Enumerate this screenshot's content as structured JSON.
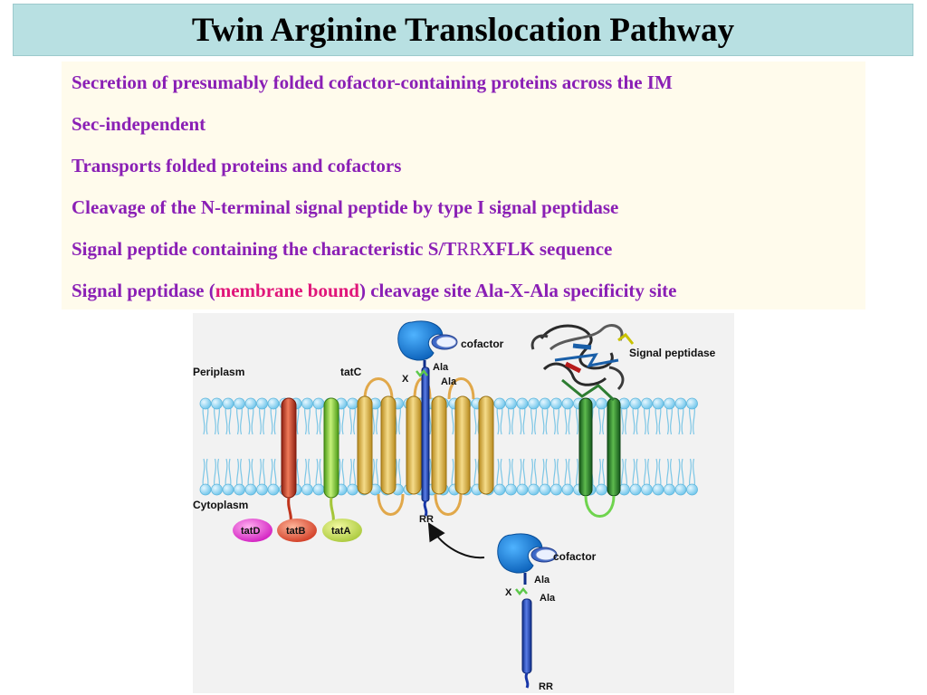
{
  "slide": {
    "title": "Twin Arginine Translocation Pathway"
  },
  "bullets": {
    "line1": "Secretion of presumably folded cofactor-containing proteins across the  IM",
    "line2": "Sec-independent",
    "line3": "Transports folded proteins and cofactors",
    "line4": "Cleavage of the N-terminal signal peptide by type I signal peptidase",
    "line5_pre": "Signal peptide containing the characteristic S/T",
    "line5_rr": "RR",
    "line5_post": "XFLK sequence",
    "line6_pre": "Signal peptidase (",
    "line6_hl": "membrane bound",
    "line6_post": ") cleavage site Ala-X-Ala specificity site"
  },
  "figure": {
    "periplasm": "Periplasm",
    "cytoplasm": "Cytoplasm",
    "tatC": "tatC",
    "tatD": "tatD",
    "tatB": "tatB",
    "tatA": "tatA",
    "cofactor_top": "cofactor",
    "cofactor_bottom": "cofactor",
    "signal_peptidase": "Signal peptidase",
    "x_top": "X",
    "ala_top1": "Ala",
    "ala_top2": "Ala",
    "rr_top": "RR",
    "x_bottom": "X",
    "ala_bottom1": "Ala",
    "ala_bottom2": "Ala",
    "rr_bottom": "RR"
  },
  "colors": {
    "title_bg": "#b8e0e2",
    "bullet_bg": "#fffbec",
    "bullet_text": "#8a1fb5",
    "highlight_text": "#e0167a",
    "lipid_head": "#8fd3ef",
    "tatC": "#e8c25a",
    "tatB": "#d2462c",
    "tatA": "#7fd133",
    "peptidase_helix": "#2e8b2e",
    "protein_blue": "#1f7fd6"
  }
}
